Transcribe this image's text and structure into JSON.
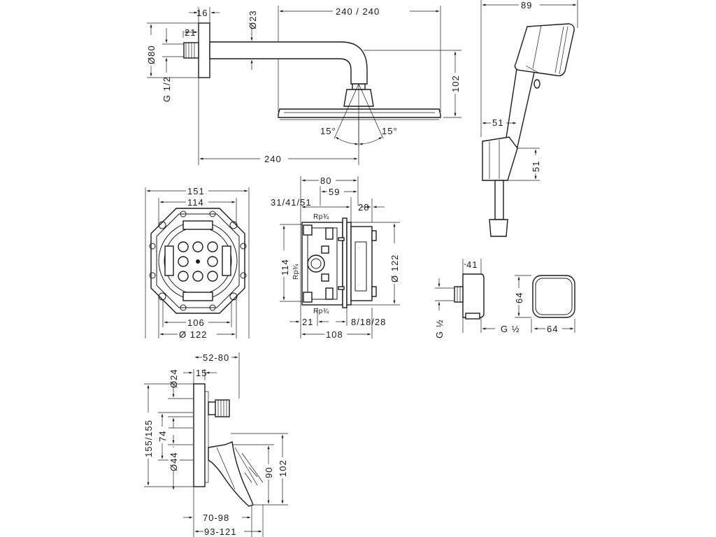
{
  "colors": {
    "line": "#1a1a1a",
    "background": "#ffffff"
  },
  "head_shower": {
    "d16": "16",
    "d23": "Ø23",
    "d240_240": "240 / 240",
    "d21": "21",
    "d80": "Ø80",
    "thread": "G 1/2",
    "d102": "102",
    "angle_left": "15°",
    "angle_right": "15°",
    "d240": "240"
  },
  "hand_shower": {
    "d89": "89",
    "d51_h": "51",
    "d51_v": "51"
  },
  "box_top": {
    "d151": "151",
    "d114": "114",
    "d106": "106",
    "d122": "Ø 122"
  },
  "box_side": {
    "d80": "80",
    "d59": "59",
    "d31": "31/41/51",
    "d28": "28",
    "rp_top": "Rp¾",
    "rp_mid": "Rp¾",
    "rp_bot": "Rp¾",
    "d114": "114",
    "d122": "Ø 122",
    "d21": "21",
    "d8": "8/18/28",
    "d108": "108"
  },
  "outlet": {
    "d41": "41",
    "d64_v": "64",
    "thread_left": "G ½",
    "thread_right": "G ½",
    "d64_h": "64"
  },
  "mixer": {
    "d52": "52-80",
    "d24": "Ø24",
    "d15": "15",
    "d155": "155/155",
    "d74": "74",
    "d44": "Ø44",
    "d90": "90",
    "d102": "102",
    "d70": "70-98",
    "d93": "93-121"
  }
}
